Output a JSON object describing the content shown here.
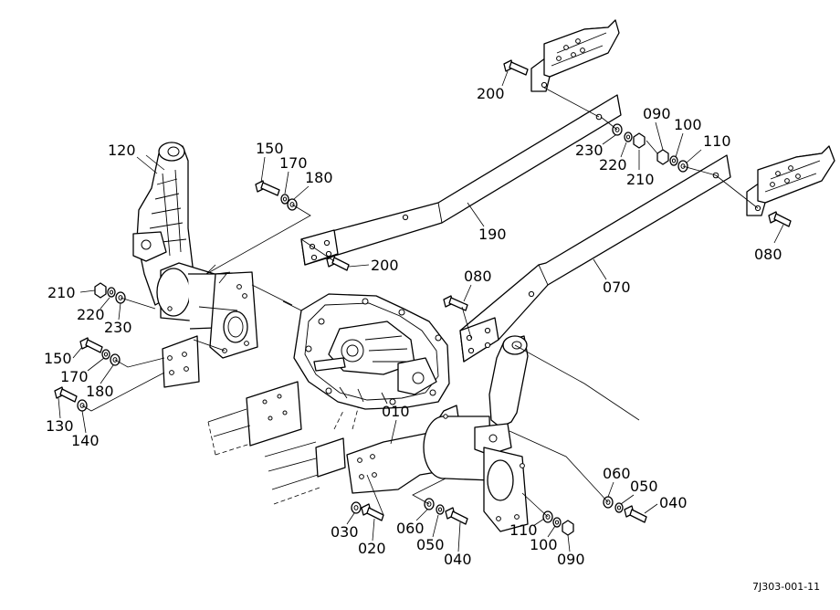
{
  "labels": {
    "p010": "010",
    "p020": "020",
    "p030": "030",
    "p040a": "040",
    "p040b": "040",
    "p050a": "050",
    "p050b": "050",
    "p060a": "060",
    "p060b": "060",
    "p070": "070",
    "p080a": "080",
    "p080b": "080",
    "p090a": "090",
    "p090b": "090",
    "p100a": "100",
    "p100b": "100",
    "p110a": "110",
    "p110b": "110",
    "p120": "120",
    "p130": "130",
    "p140": "140",
    "p150a": "150",
    "p150b": "150",
    "p170a": "170",
    "p170b": "170",
    "p180a": "180",
    "p180b": "180",
    "p190": "190",
    "p200a": "200",
    "p200b": "200",
    "p210a": "210",
    "p210b": "210",
    "p220a": "220",
    "p220b": "220",
    "p230a": "230",
    "p230b": "230"
  },
  "drawing_ref": "7J303-001-11"
}
